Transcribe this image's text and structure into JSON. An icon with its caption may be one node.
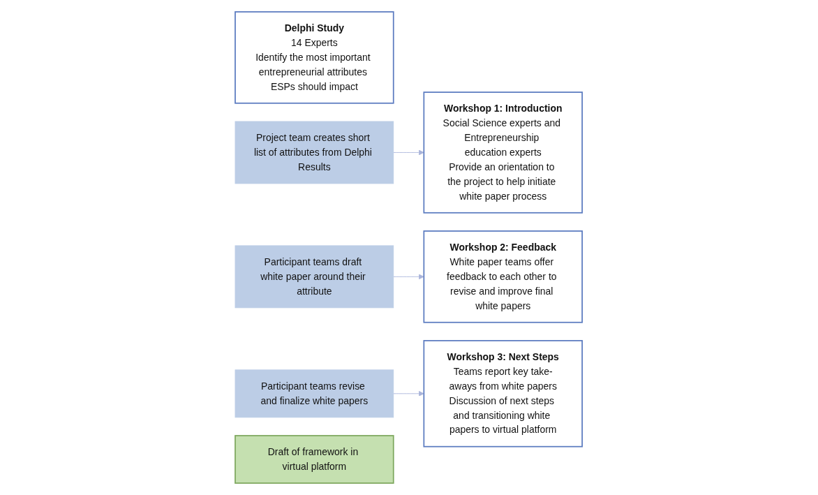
{
  "diagram": {
    "nodes": [
      {
        "text": [
          "Delphi Study",
          "14 Experts",
          "Identify the most important entrepreneurial attributes ESPs should impact"
        ]
      },
      {
        "text": [
          "Project team creates short list of attributes from Delphi Results"
        ]
      },
      {
        "text": [
          "Workshop 1: Introduction",
          "Social Science experts and Entrepreneurship education experts",
          "Provide an orientation to the project to help initiate white paper process"
        ]
      },
      {
        "text": [
          "Participant teams draft white paper around their attribute"
        ]
      },
      {
        "text": [
          "Workshop 2: Feedback",
          "White paper teams offer feedback to each other to revise and improve final white papers"
        ]
      },
      {
        "text": [
          "Participant teams revise and finalize white papers"
        ]
      },
      {
        "text": [
          "Workshop 3: Next Steps",
          "Teams report key take-aways from white papers",
          "Discussion of next steps and transitioning white papers to virtual platform"
        ]
      },
      {
        "text": [
          "Draft of framework in virtual platform"
        ]
      }
    ],
    "edges": [
      {
        "from": 1,
        "to": 2,
        "arrow": "to"
      },
      {
        "from": 3,
        "to": 4,
        "arrow": "to"
      },
      {
        "from": 5,
        "to": 6,
        "arrow": "to"
      }
    ]
  }
}
